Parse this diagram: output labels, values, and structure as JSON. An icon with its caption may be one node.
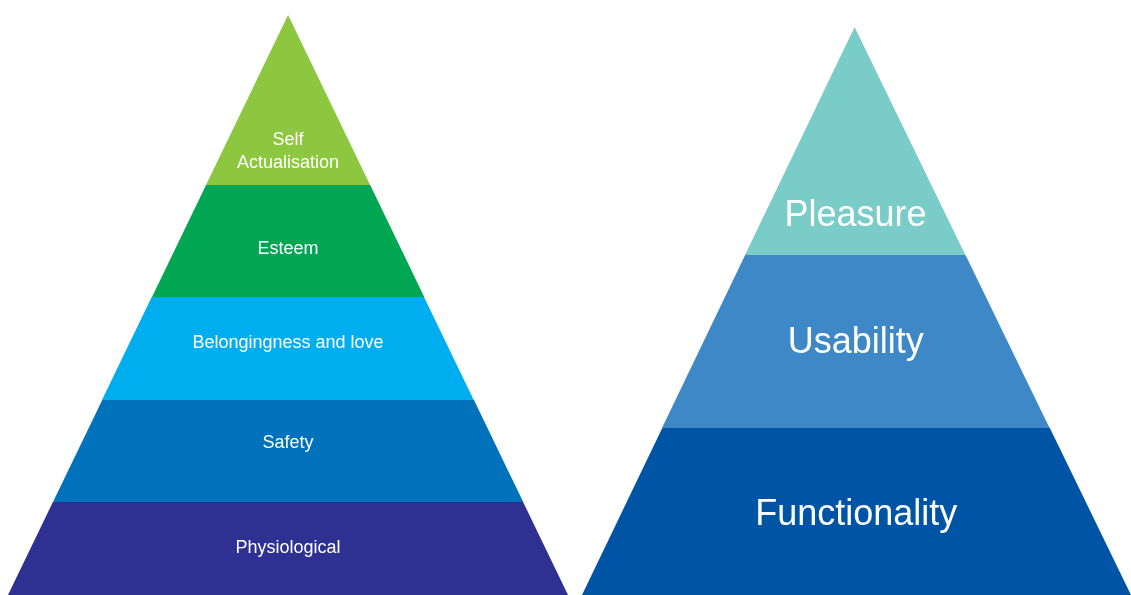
{
  "diagram": {
    "nodes": [
      {
        "text": [
          "Self Actualisation"
        ]
      },
      {
        "text": [
          "Esteem"
        ]
      },
      {
        "text": [
          "Belongingness and love"
        ]
      },
      {
        "text": [
          "Safety"
        ]
      },
      {
        "text": [
          "Physiological"
        ]
      },
      {
        "text": [
          "Pleasure"
        ]
      },
      {
        "text": [
          "Usability"
        ]
      },
      {
        "text": [
          "Functionality"
        ]
      }
    ]
  }
}
